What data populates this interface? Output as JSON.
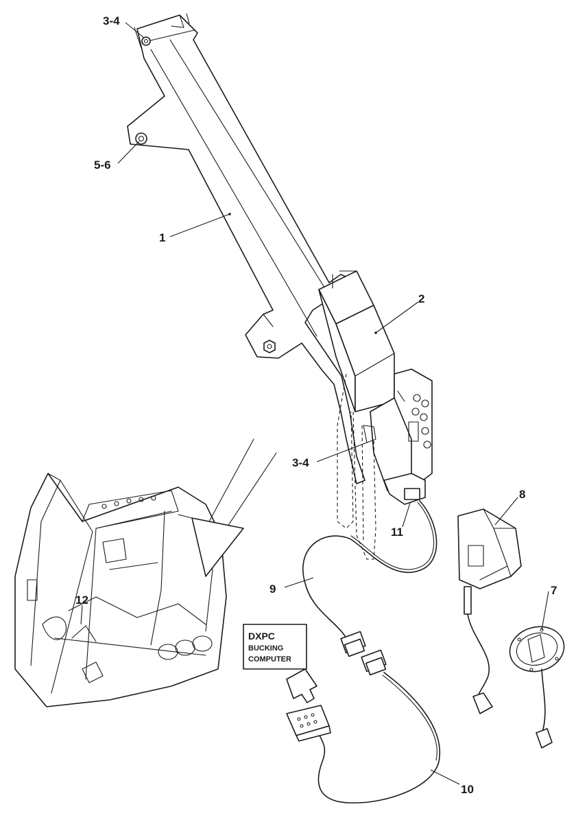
{
  "callouts": {
    "c1": "1",
    "c2": "2",
    "c3_4_top": "3-4",
    "c3_4_bottom": "3-4",
    "c5_6": "5-6",
    "c7": "7",
    "c8": "8",
    "c9": "9",
    "c10": "10",
    "c11": "11",
    "c12": "12"
  },
  "label_box": {
    "line1": "DXPC",
    "line2": "BUCKING",
    "line3": "COMPUTER"
  }
}
